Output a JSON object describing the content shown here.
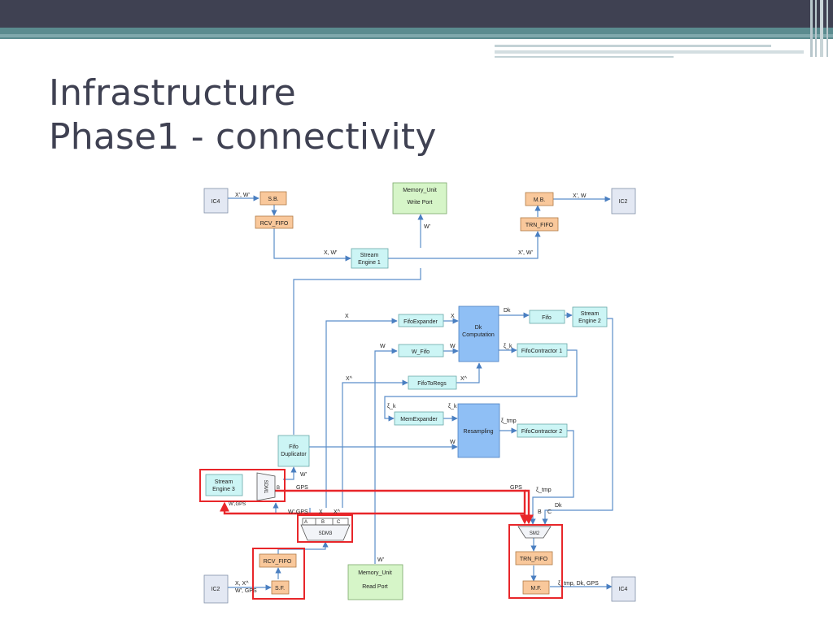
{
  "slide": {
    "title_line1": "Infrastructure",
    "title_line2": "Phase1 -  connectivity"
  },
  "colors": {
    "header_bar": "#3f4152",
    "accent_teal": "#5b8b8f",
    "orange_block": "#f9c89b",
    "cyan_block": "#ccf5f5",
    "green_block": "#d6f5c8",
    "blue_block": "#8fbff5",
    "gray_block": "#e3e8f3",
    "highlight_red": "#e8262a",
    "wire_blue": "#5b8ec9"
  },
  "blocks": {
    "ic4_top": "IC4",
    "sb": "S.B.",
    "rcv_fifo_top": "RCV_FIFO",
    "mem_write_1": "Memory_Unit",
    "mem_write_2": "Write Port",
    "mb": "M.B.",
    "ic2_top": "IC2",
    "trn_fifo_top": "TRN_FIFO",
    "se1_1": "Stream",
    "se1_2": "Engine 1",
    "fifo_expander": "FifoExpander",
    "dk_1": "Dk",
    "dk_2": "Computation",
    "fifo": "Fifo",
    "se2_1": "Stream",
    "se2_2": "Engine 2",
    "w_fifo": "W_Fifo",
    "fifo_contractor1": "FifoContractor 1",
    "fifo_to_regs": "FifoToRegs",
    "mem_expander": "MemExpander",
    "resampling": "Resampling",
    "fifo_contractor2": "FifoContractor 2",
    "fifo_dup_1": "Fifo",
    "fifo_dup_2": "Duplicator",
    "se3_1": "Stream",
    "se3_2": "Engine 3",
    "sdm1": "SDM1",
    "sdm3": "SDM3",
    "sm2": "SM2",
    "trn_fifo_bot": "TRN_FIFO",
    "mf": "M.F.",
    "ic4_bot": "IC4",
    "rcv_fifo_bot": "RCV_FIFO",
    "sf": "S.F.",
    "ic2_bot": "IC2",
    "mem_read_1": "Memory_Unit",
    "mem_read_2": "Read Port"
  },
  "labels": {
    "ic4_to_sb": "X', W'",
    "mb_to_ic2": "X', W",
    "mem_write_in": "W'",
    "se1_in": "X, W'",
    "se1_out": "X', W'",
    "x_expander": "X",
    "x_dk": "X",
    "dk_out": "Dk",
    "w_wfifo": "W",
    "w_dk": "W",
    "xi_k_dk": "ξ_k",
    "xhat_regs": "X^",
    "xhat_dk": "X^",
    "xi_k_mem": "ξ_k",
    "xi_k_res": "ξ_k",
    "xi_tmp_res": "ξ_tmp",
    "w_res": "W",
    "dup_out": "W'",
    "sdm1_gps": "GPS",
    "sdm1_b": "B",
    "sm2_gps": "GPS",
    "sm2_xi": "ξ_tmp",
    "dk_sm2": "Dk",
    "sm2_b": "B",
    "sm2_c": "C",
    "se3_w_gps": "W',GPS",
    "sdm3_wgps": "W',GPS",
    "sdm3_x": "X",
    "sdm3_xhat": "X^",
    "sdm3_a": "A",
    "sdm3_b": "B",
    "sdm3_c": "C",
    "mem_read_w": "W'",
    "ic2_sf_1": "X, X^",
    "ic2_sf_2": "W', GPS",
    "mf_ic4": "ξ_tmp, Dk, GPS"
  }
}
